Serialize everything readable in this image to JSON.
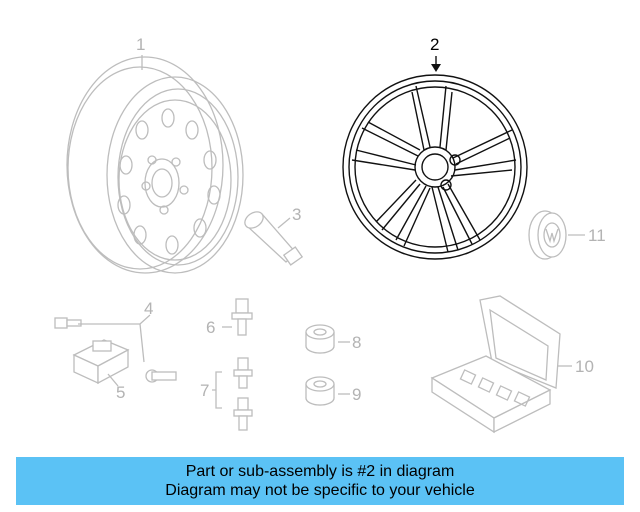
{
  "callouts": {
    "steel_wheel": "1",
    "alloy_wheel": "2",
    "valve_stem": "3",
    "tpms_kit": "4",
    "tpms_sensor": "5",
    "lug_bolt": "6",
    "bolt_pair": "7",
    "lock_nut": "8",
    "lock_nut_alt": "9",
    "lock_kit_case": "10",
    "center_cap": "11"
  },
  "banner": {
    "line1": "Part or sub-assembly is #2 in diagram",
    "line2": "Diagram may not be specific to your vehicle",
    "color": "#5bc2f5"
  }
}
